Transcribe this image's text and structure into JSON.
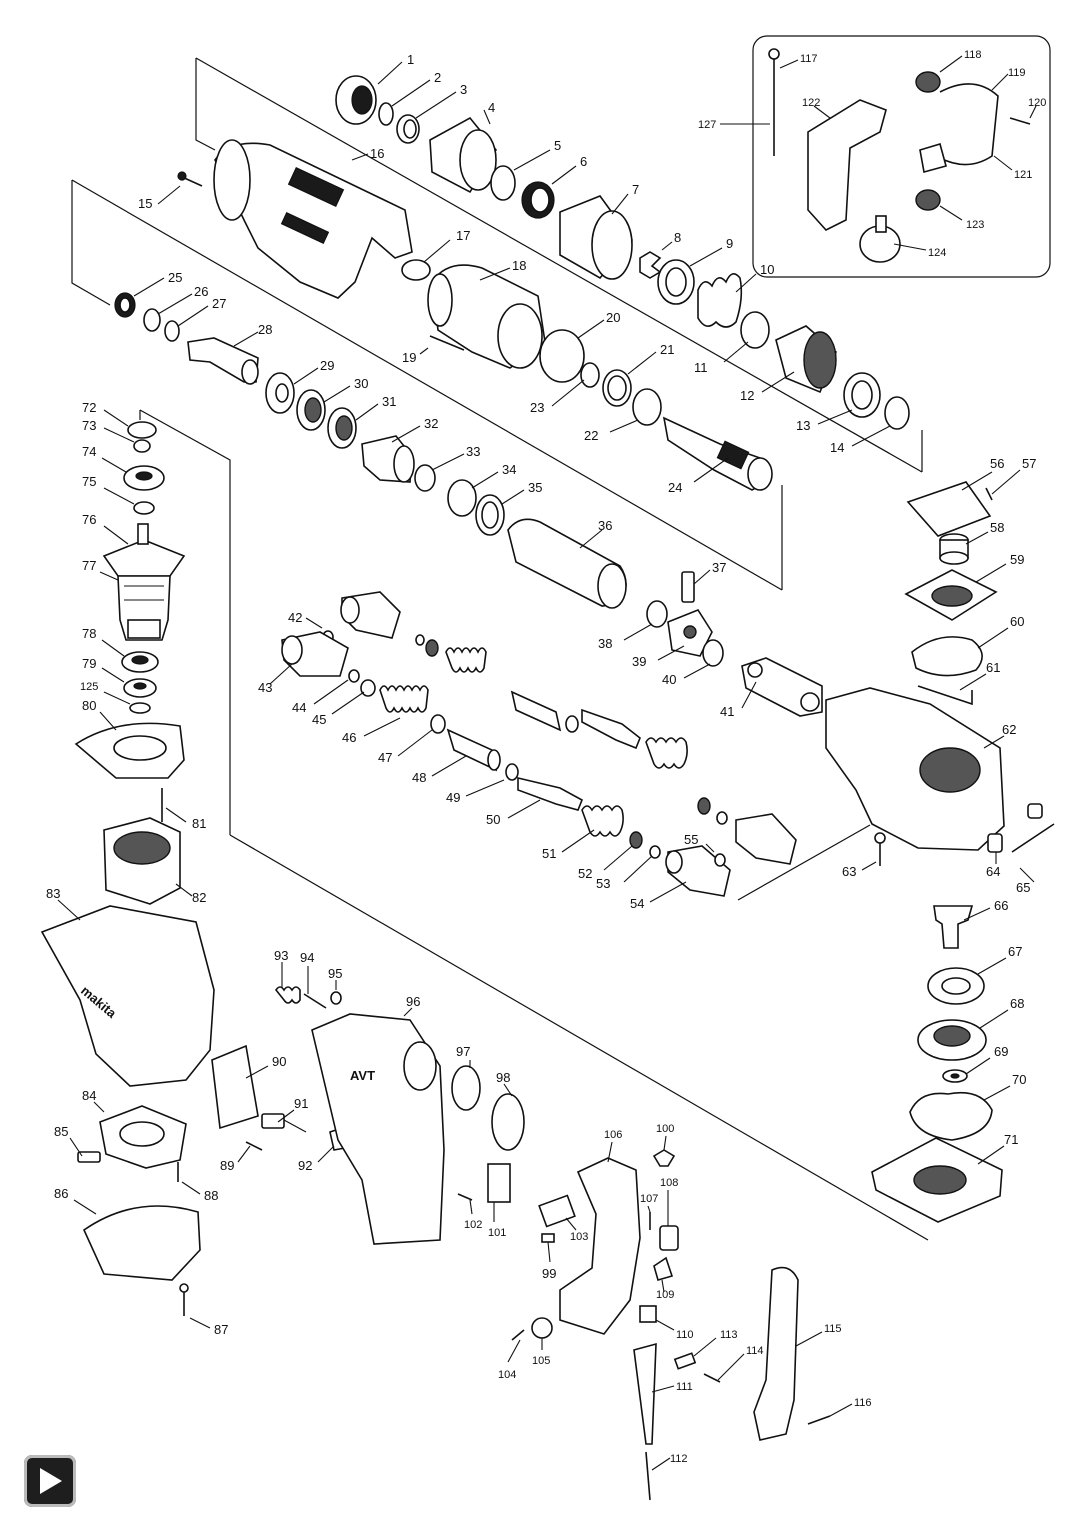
{
  "callouts": [
    {
      "id": "1",
      "text": "1"
    },
    {
      "id": "2",
      "text": "2"
    },
    {
      "id": "3",
      "text": "3"
    },
    {
      "id": "4",
      "text": "4"
    },
    {
      "id": "5",
      "text": "5"
    },
    {
      "id": "6",
      "text": "6"
    },
    {
      "id": "7",
      "text": "7"
    },
    {
      "id": "8",
      "text": "8"
    },
    {
      "id": "9",
      "text": "9"
    },
    {
      "id": "10",
      "text": "10"
    },
    {
      "id": "11",
      "text": "11"
    },
    {
      "id": "12",
      "text": "12"
    },
    {
      "id": "13",
      "text": "13"
    },
    {
      "id": "14",
      "text": "14"
    },
    {
      "id": "15",
      "text": "15"
    },
    {
      "id": "16",
      "text": "16"
    },
    {
      "id": "17",
      "text": "17"
    },
    {
      "id": "18",
      "text": "18"
    },
    {
      "id": "19",
      "text": "19"
    },
    {
      "id": "20",
      "text": "20"
    },
    {
      "id": "21",
      "text": "21"
    },
    {
      "id": "22",
      "text": "22"
    },
    {
      "id": "23",
      "text": "23"
    },
    {
      "id": "24",
      "text": "24"
    },
    {
      "id": "25",
      "text": "25"
    },
    {
      "id": "26",
      "text": "26"
    },
    {
      "id": "27",
      "text": "27"
    },
    {
      "id": "28",
      "text": "28"
    },
    {
      "id": "29",
      "text": "29"
    },
    {
      "id": "30",
      "text": "30"
    },
    {
      "id": "31",
      "text": "31"
    },
    {
      "id": "32",
      "text": "32"
    },
    {
      "id": "33",
      "text": "33"
    },
    {
      "id": "34",
      "text": "34"
    },
    {
      "id": "35",
      "text": "35"
    },
    {
      "id": "36",
      "text": "36"
    },
    {
      "id": "37",
      "text": "37"
    },
    {
      "id": "38",
      "text": "38"
    },
    {
      "id": "39",
      "text": "39"
    },
    {
      "id": "40",
      "text": "40"
    },
    {
      "id": "41",
      "text": "41"
    },
    {
      "id": "42",
      "text": "42"
    },
    {
      "id": "43",
      "text": "43"
    },
    {
      "id": "44",
      "text": "44"
    },
    {
      "id": "45",
      "text": "45"
    },
    {
      "id": "46",
      "text": "46"
    },
    {
      "id": "47",
      "text": "47"
    },
    {
      "id": "48",
      "text": "48"
    },
    {
      "id": "49",
      "text": "49"
    },
    {
      "id": "50",
      "text": "50"
    },
    {
      "id": "51",
      "text": "51"
    },
    {
      "id": "52",
      "text": "52"
    },
    {
      "id": "53",
      "text": "53"
    },
    {
      "id": "54",
      "text": "54"
    },
    {
      "id": "55",
      "text": "55"
    },
    {
      "id": "56",
      "text": "56"
    },
    {
      "id": "57",
      "text": "57"
    },
    {
      "id": "58",
      "text": "58"
    },
    {
      "id": "59",
      "text": "59"
    },
    {
      "id": "60",
      "text": "60"
    },
    {
      "id": "61",
      "text": "61"
    },
    {
      "id": "62",
      "text": "62"
    },
    {
      "id": "63",
      "text": "63"
    },
    {
      "id": "64",
      "text": "64"
    },
    {
      "id": "65",
      "text": "65"
    },
    {
      "id": "66",
      "text": "66"
    },
    {
      "id": "67",
      "text": "67"
    },
    {
      "id": "68",
      "text": "68"
    },
    {
      "id": "69",
      "text": "69"
    },
    {
      "id": "70",
      "text": "70"
    },
    {
      "id": "71",
      "text": "71"
    },
    {
      "id": "72",
      "text": "72"
    },
    {
      "id": "73",
      "text": "73"
    },
    {
      "id": "74",
      "text": "74"
    },
    {
      "id": "75",
      "text": "75"
    },
    {
      "id": "76",
      "text": "76"
    },
    {
      "id": "77",
      "text": "77"
    },
    {
      "id": "78",
      "text": "78"
    },
    {
      "id": "79",
      "text": "79"
    },
    {
      "id": "125",
      "text": "125"
    },
    {
      "id": "80",
      "text": "80"
    },
    {
      "id": "81",
      "text": "81"
    },
    {
      "id": "82",
      "text": "82"
    },
    {
      "id": "83",
      "text": "83"
    },
    {
      "id": "84",
      "text": "84"
    },
    {
      "id": "85",
      "text": "85"
    },
    {
      "id": "86",
      "text": "86"
    },
    {
      "id": "87",
      "text": "87"
    },
    {
      "id": "88",
      "text": "88"
    },
    {
      "id": "89",
      "text": "89"
    },
    {
      "id": "90",
      "text": "90"
    },
    {
      "id": "91",
      "text": "91"
    },
    {
      "id": "92",
      "text": "92"
    },
    {
      "id": "93",
      "text": "93"
    },
    {
      "id": "94",
      "text": "94"
    },
    {
      "id": "95",
      "text": "95"
    },
    {
      "id": "96",
      "text": "96"
    },
    {
      "id": "97",
      "text": "97"
    },
    {
      "id": "98",
      "text": "98"
    },
    {
      "id": "99",
      "text": "99"
    },
    {
      "id": "100",
      "text": "100"
    },
    {
      "id": "101",
      "text": "101"
    },
    {
      "id": "102",
      "text": "102"
    },
    {
      "id": "103",
      "text": "103"
    },
    {
      "id": "104",
      "text": "104"
    },
    {
      "id": "105",
      "text": "105"
    },
    {
      "id": "106",
      "text": "106"
    },
    {
      "id": "107",
      "text": "107"
    },
    {
      "id": "108",
      "text": "108"
    },
    {
      "id": "109",
      "text": "109"
    },
    {
      "id": "110",
      "text": "110"
    },
    {
      "id": "111",
      "text": "111"
    },
    {
      "id": "112",
      "text": "112"
    },
    {
      "id": "113",
      "text": "113"
    },
    {
      "id": "114",
      "text": "114"
    },
    {
      "id": "115",
      "text": "115"
    },
    {
      "id": "116",
      "text": "116"
    },
    {
      "id": "117",
      "text": "117"
    },
    {
      "id": "118",
      "text": "118"
    },
    {
      "id": "119",
      "text": "119"
    },
    {
      "id": "120",
      "text": "120"
    },
    {
      "id": "121",
      "text": "121"
    },
    {
      "id": "122",
      "text": "122"
    },
    {
      "id": "123",
      "text": "123"
    },
    {
      "id": "124",
      "text": "124"
    },
    {
      "id": "127",
      "text": "127"
    }
  ],
  "brand_mark": "makita",
  "model_mark": "AVT",
  "controls": {
    "play_icon": "play-icon"
  }
}
